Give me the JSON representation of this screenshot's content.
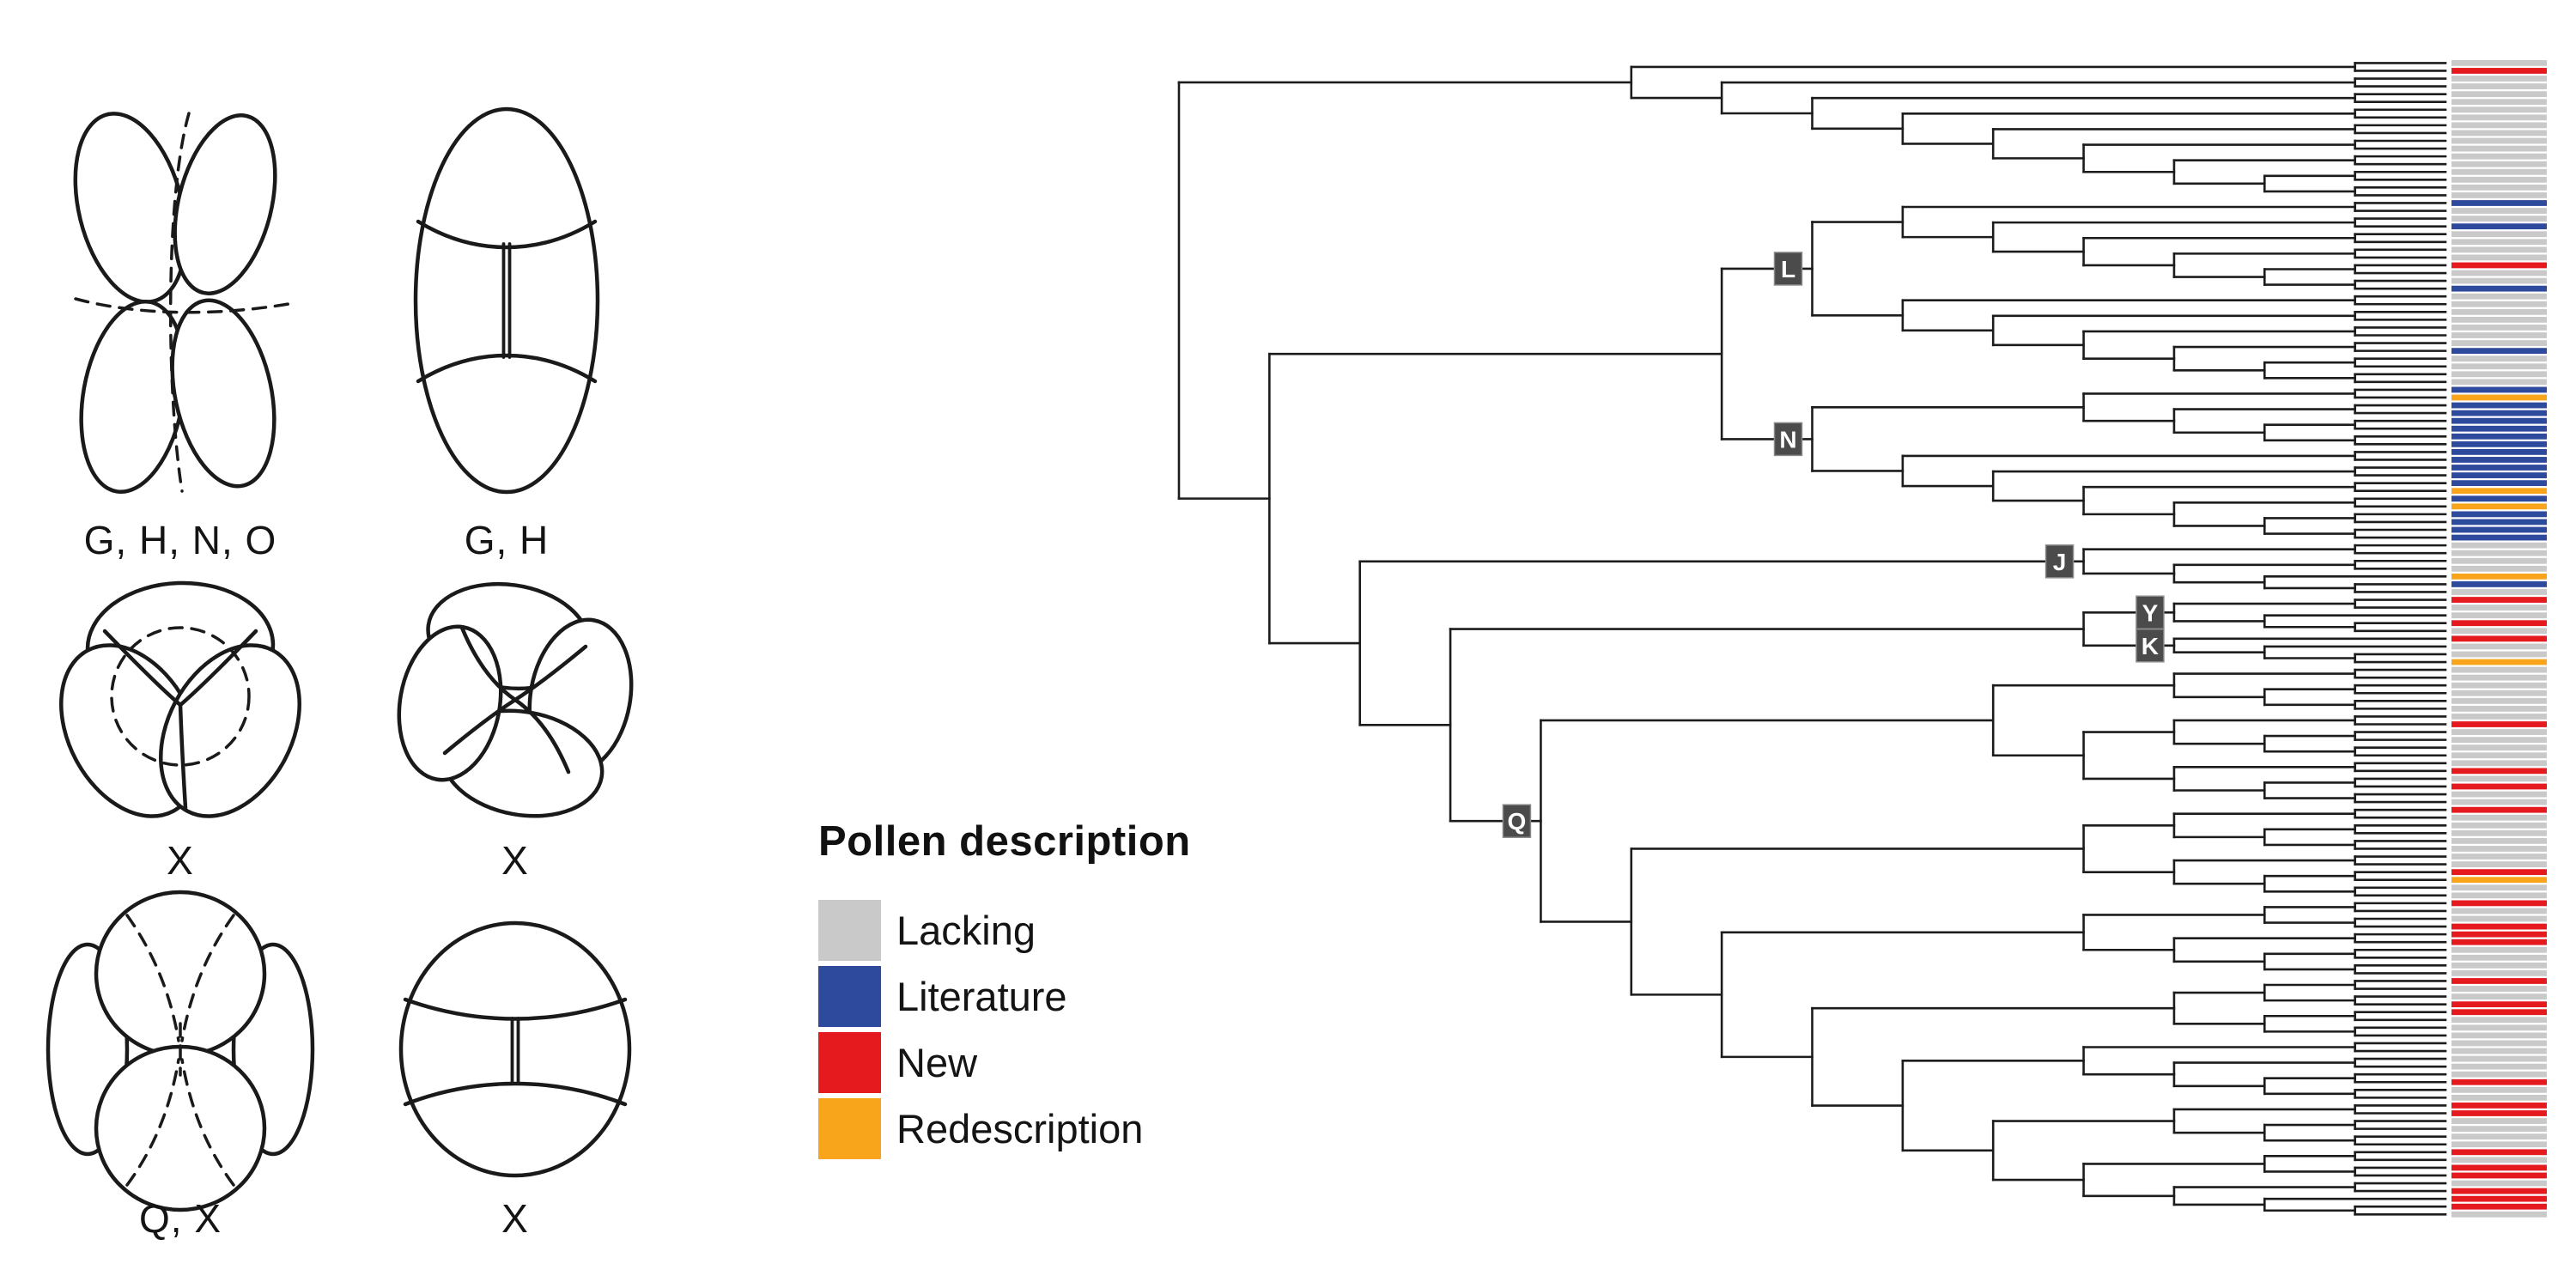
{
  "figure_name": "pollen-tetrad-phylogeny-figure",
  "pollen_diagrams": {
    "items": [
      {
        "id": "tetrad-side-view-dashed",
        "label": "G, H, N, O"
      },
      {
        "id": "tetrad-elongate-front",
        "label": "G, H"
      },
      {
        "id": "tetrad-trilete-dashed-circle",
        "label": "X"
      },
      {
        "id": "tetrad-cross-front",
        "label": "X"
      },
      {
        "id": "tetrad-decussate-dashed",
        "label": "Q, X"
      },
      {
        "id": "tetrad-rhomboidal-front",
        "label": "X"
      }
    ]
  },
  "legend": {
    "title": "Pollen description",
    "items": [
      {
        "key": "lacking",
        "label": "Lacking",
        "color": "#c9c9c9"
      },
      {
        "key": "literature",
        "label": "Literature",
        "color": "#2e4a9d"
      },
      {
        "key": "new",
        "label": "New",
        "color": "#e41a1f"
      },
      {
        "key": "redescription",
        "label": "Redescription",
        "color": "#f9a51b"
      }
    ]
  },
  "tree": {
    "node_label_letters": [
      "L",
      "N",
      "J",
      "Y",
      "K",
      "Q"
    ],
    "tip_count": 149,
    "tip_categories": "grggggggggggggggggbggbggggrggbgggggggbggggbobbbbbbbbbbbobobbbbggggobgrggrgrggogggggggrgggggrgrggrgggggggroggrggrrrggggrggrrggggggggrggrrggggrgrrgrrrg",
    "category_colors": {
      "g": "#c9c9c9",
      "b": "#2e4a9d",
      "r": "#e41a1f",
      "o": "#f9a51b"
    },
    "line_color": "#1c1c1c",
    "badge_color": "#4b4b4b",
    "badge_text_color": "#ffffff",
    "topology": [
      18,
      [
        [
          {
            "label": "L",
            "children": [
              12,
              12
            ]
          },
          {
            "label": "N",
            "children": [
              8,
              12
            ]
          }
        ],
        [
          {
            "label": "J",
            "children": [
              2,
              5
            ]
          },
          [
            [
              {
                "label": "Y",
                "children": [
                  2,
                  3
                ]
              },
              {
                "label": "K",
                "children": [
                  1,
                  3
                ]
              }
            ],
            {
              "label": "Q",
              "children": [
                [
                  6,
                  [
                    6,
                    6
                  ]
                ],
                [
                  [
                    6,
                    6
                  ],
                  [
                    [
                      4,
                      6
                    ],
                    [
                      [
                        4,
                        4
                      ],
                      [
                        [
                          2,
                          [
                            2,
                            4
                          ]
                        ],
                        [
                          [
                            2,
                            4
                          ],
                          [
                            4,
                            5
                          ]
                        ]
                      ]
                    ]
                  ]
                ]
              ]
            }
          ]
        ]
      ]
    ]
  }
}
